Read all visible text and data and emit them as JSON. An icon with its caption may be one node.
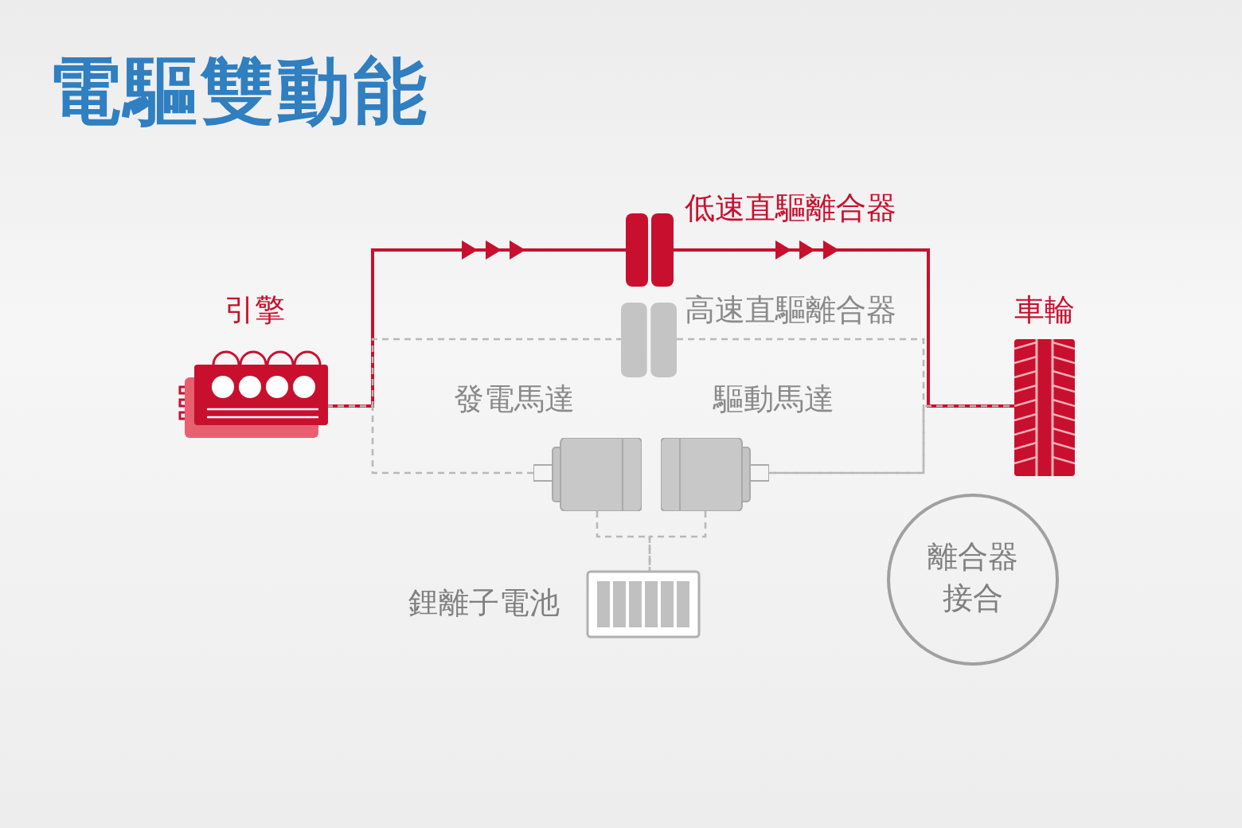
{
  "diagram": {
    "title": "電驅雙動能",
    "nodes": [
      {
        "text": [
          "引擎"
        ]
      },
      {
        "text": [],
        "shape": "box",
        "beside": [
          "低速直驅離合器"
        ]
      },
      {
        "text": [],
        "shape": "box",
        "beside": [
          "高速直驅離合器"
        ]
      },
      {
        "text": [],
        "shape": "picture",
        "beside": [
          "發電馬達"
        ]
      },
      {
        "text": [],
        "shape": "picture",
        "beside": [
          "驅動馬達"
        ]
      },
      {
        "text": [
          "車輪"
        ]
      },
      {
        "text": [
          "鋰離子電池"
        ]
      },
      {
        "text": [
          "離合器接合"
        ]
      }
    ],
    "edges": [
      {
        "from": 0,
        "to": 1,
        "arrow": "to",
        "color": "#c8102e"
      },
      {
        "from": 1,
        "to": 5,
        "arrow": "to",
        "color": "#c8102e"
      },
      {
        "from": 0,
        "to": 2,
        "arrow": "none",
        "style": "dashed"
      },
      {
        "from": 2,
        "to": 4,
        "arrow": "none",
        "style": "dashed"
      },
      {
        "from": 0,
        "to": 3,
        "arrow": "none",
        "style": "dashed"
      },
      {
        "from": 4,
        "to": 5,
        "arrow": "none",
        "style": "dashed"
      },
      {
        "from": 3,
        "to": 6,
        "arrow": "none",
        "style": "dashed"
      },
      {
        "from": 4,
        "to": 6,
        "arrow": "none",
        "style": "dashed"
      }
    ]
  }
}
